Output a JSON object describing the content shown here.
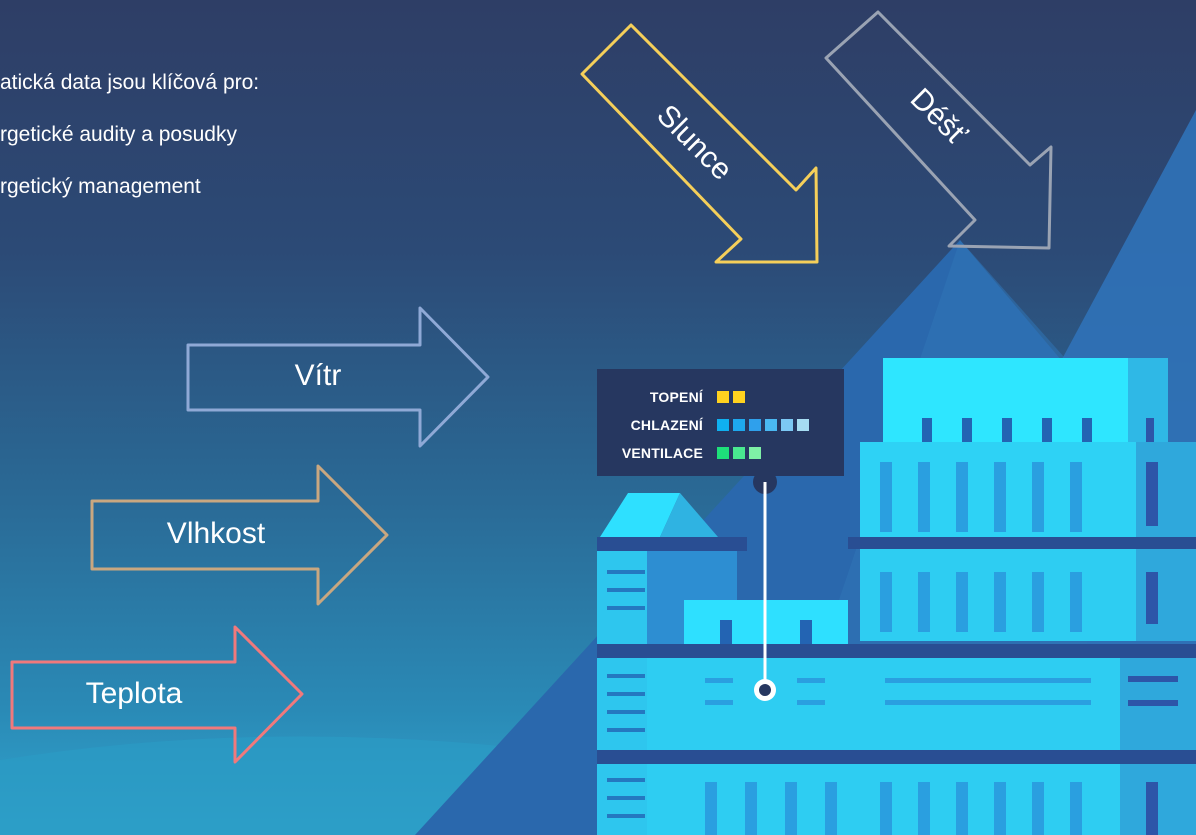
{
  "intro": {
    "lines": [
      "atická data jsou klíčová pro:",
      "rgetické audity a posudky",
      "rgetický management"
    ]
  },
  "arrows": {
    "wind": "Vítr",
    "humidity": "Vlhkost",
    "temperature": "Teplota",
    "sun": "Slunce",
    "rain": "Déšť"
  },
  "colors": {
    "sun": "#f5cf5a",
    "rain": "#9aa3b3",
    "wind": "#8fa9d6",
    "humidity": "#c9a780",
    "temperature": "#f0797c",
    "legend_bg": "#263760"
  },
  "legend": {
    "items": [
      {
        "label": "TOPENÍ",
        "colors": [
          "#ffd21f",
          "#ffd21f"
        ]
      },
      {
        "label": "CHLAZENÍ",
        "colors": [
          "#0fb0f0",
          "#1ea8ee",
          "#2fa0ec",
          "#4ab8f2",
          "#7cc8f4",
          "#a6dcf2"
        ]
      },
      {
        "label": "VENTILACE",
        "colors": [
          "#1ee07a",
          "#49e890",
          "#7ef0a6"
        ]
      }
    ]
  }
}
